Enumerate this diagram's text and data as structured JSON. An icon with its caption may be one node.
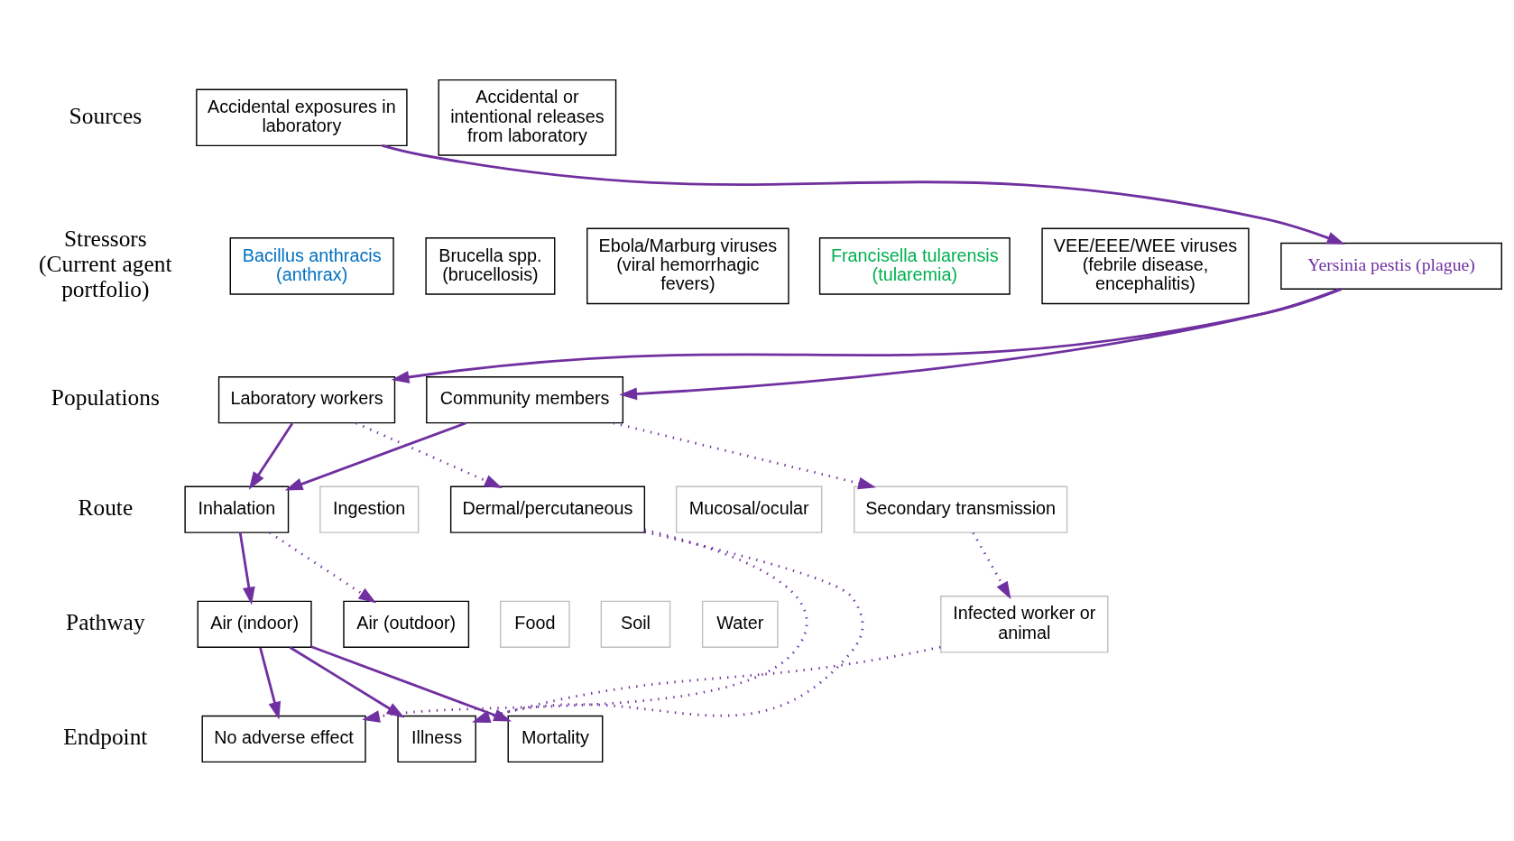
{
  "diagram": {
    "nodes": [
      {
        "text": [
          "Accidental exposures in laboratory"
        ]
      },
      {
        "text": [
          "Accidental or intentional releases from laboratory"
        ]
      },
      {
        "text": [
          "Bacillus anthracis (anthrax)"
        ]
      },
      {
        "text": [
          "Brucella spp. (brucellosis)"
        ]
      },
      {
        "text": [
          "Ebola/Marburg viruses (viral hemorrhagic fevers)"
        ]
      },
      {
        "text": [
          "Francisella tularensis (tularemia)"
        ]
      },
      {
        "text": [
          "VEE/EEE/WEE viruses (febrile disease, encephalitis)"
        ]
      },
      {
        "text": [
          "Yersinia pestis (plague)"
        ]
      },
      {
        "text": [
          "Laboratory workers"
        ]
      },
      {
        "text": [
          "Community members"
        ]
      },
      {
        "text": [
          "Inhalation"
        ]
      },
      {
        "text": [
          "Ingestion"
        ]
      },
      {
        "text": [
          "Dermal/percutaneous"
        ]
      },
      {
        "text": [
          "Mucosal/ocular"
        ]
      },
      {
        "text": [
          "Secondary transmission"
        ]
      },
      {
        "text": [
          "Air (indoor)"
        ]
      },
      {
        "text": [
          "Air (outdoor)"
        ]
      },
      {
        "text": [
          "Food"
        ]
      },
      {
        "text": [
          "Soil"
        ]
      },
      {
        "text": [
          "Water"
        ]
      },
      {
        "text": [
          "Infected worker or animal"
        ]
      },
      {
        "text": [
          "No adverse effect"
        ]
      },
      {
        "text": [
          "Illness"
        ]
      },
      {
        "text": [
          "Mortality"
        ]
      }
    ],
    "edges": [
      {
        "from": 0,
        "to": 7,
        "arrow": "to"
      },
      {
        "from": 7,
        "to": 8,
        "arrow": "to"
      },
      {
        "from": 7,
        "to": 9,
        "arrow": "to"
      },
      {
        "from": 8,
        "to": 10,
        "arrow": "to"
      },
      {
        "from": 8,
        "to": 12,
        "arrow": "to",
        "style": "dashed"
      },
      {
        "from": 9,
        "to": 10,
        "arrow": "to"
      },
      {
        "from": 9,
        "to": 14,
        "arrow": "to",
        "style": "dashed"
      },
      {
        "from": 10,
        "to": 15,
        "arrow": "to"
      },
      {
        "from": 10,
        "to": 16,
        "arrow": "to",
        "style": "dashed"
      },
      {
        "from": 12,
        "to": 21,
        "arrow": "to",
        "style": "dashed"
      },
      {
        "from": 12,
        "to": 22,
        "arrow": "to",
        "style": "dashed"
      },
      {
        "from": 14,
        "to": 20,
        "arrow": "to",
        "style": "dashed"
      },
      {
        "from": 15,
        "to": 21,
        "arrow": "to"
      },
      {
        "from": 15,
        "to": 22,
        "arrow": "to"
      },
      {
        "from": 15,
        "to": 23,
        "arrow": "to"
      },
      {
        "from": 20,
        "to": 22,
        "arrow": "to",
        "style": "dashed"
      }
    ],
    "labels": [
      "Sources",
      "Stressors (Current agent portfolio)",
      "Populations",
      "Route",
      "Pathway",
      "Endpoint"
    ]
  }
}
